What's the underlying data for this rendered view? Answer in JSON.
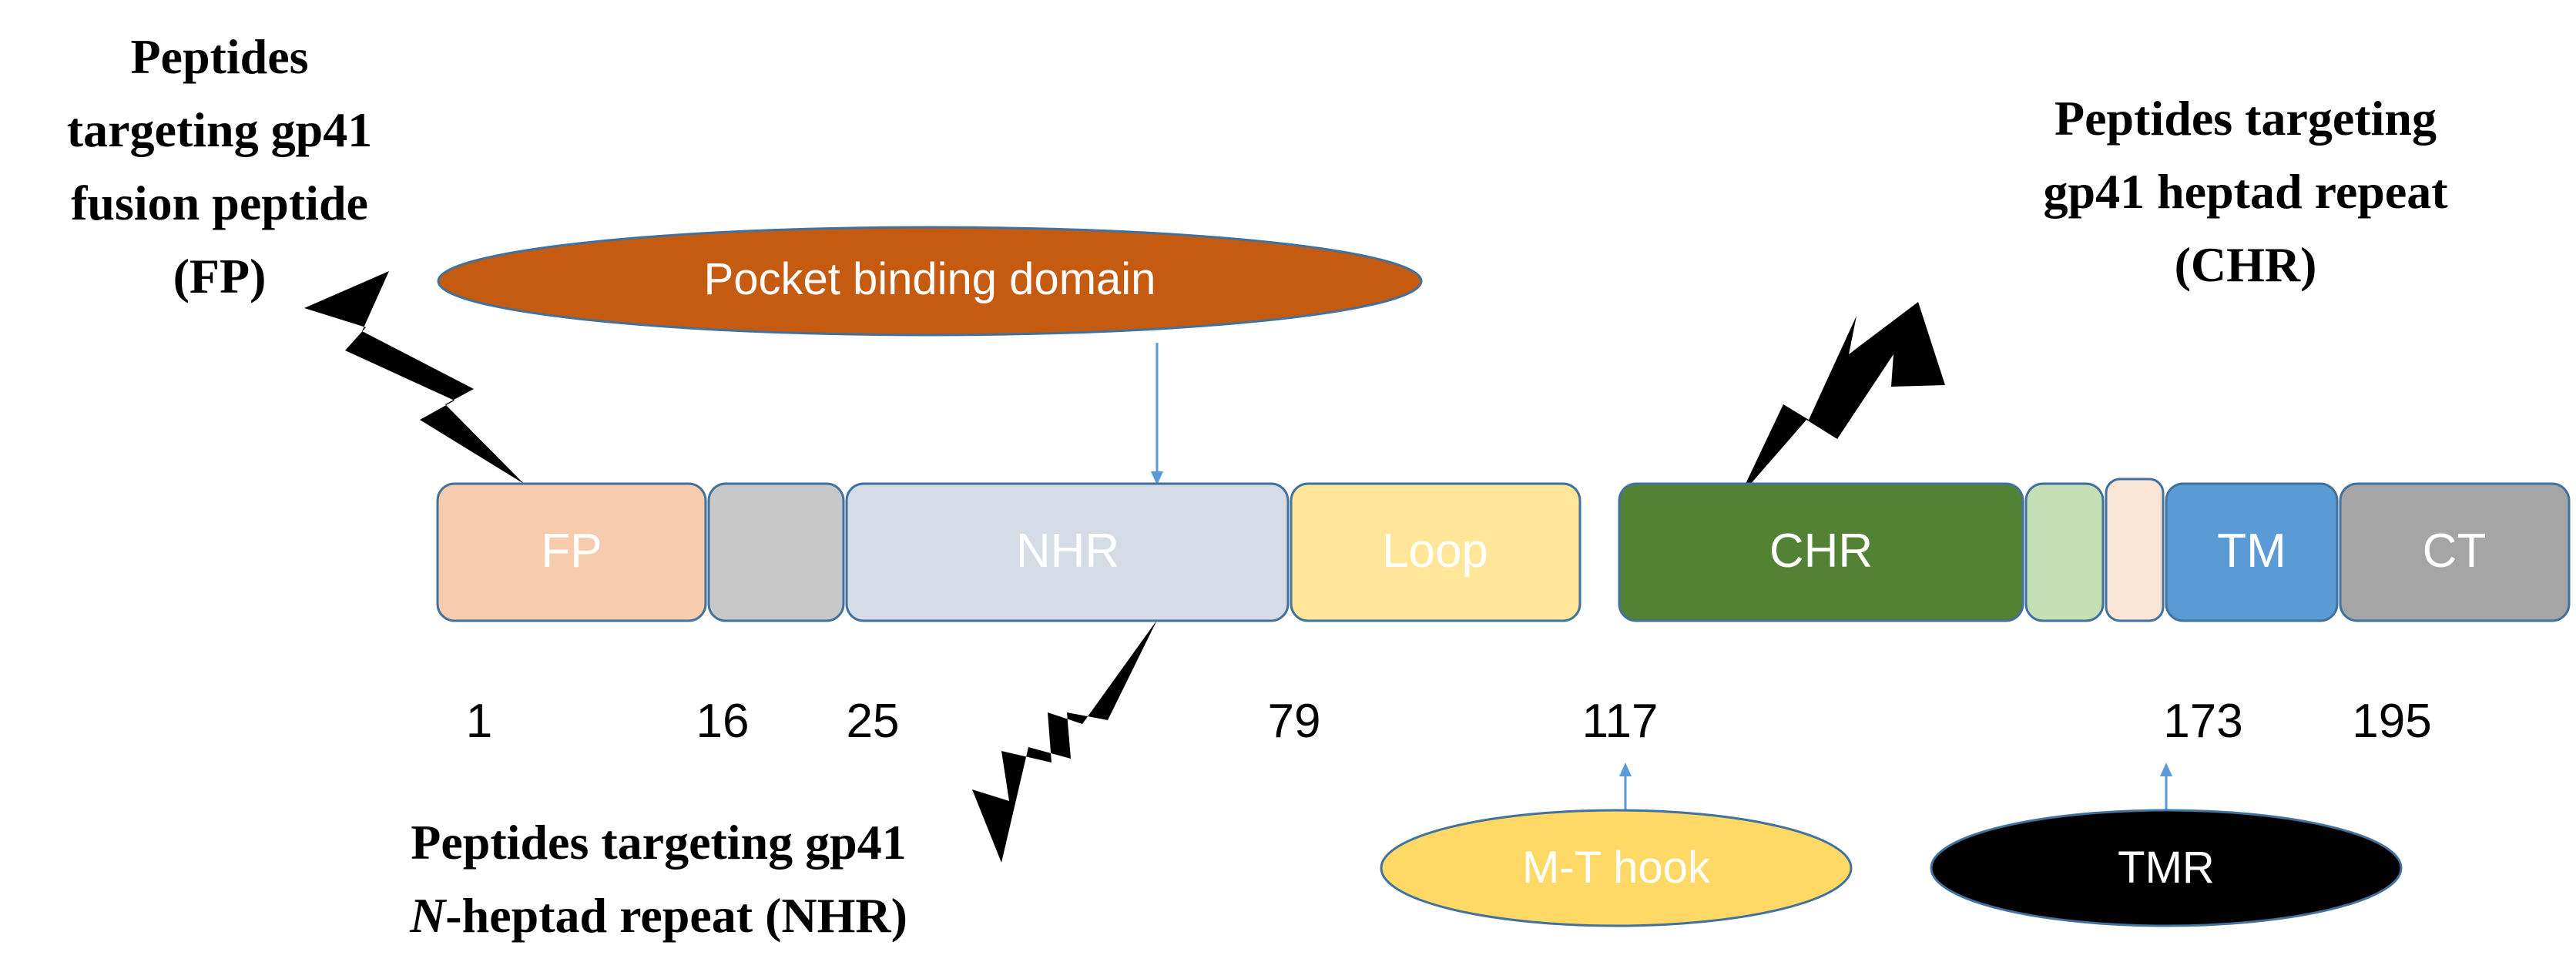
{
  "segments": [
    {
      "label": "FP",
      "fill": "#F6CBAE"
    },
    {
      "label": "",
      "fill": "#C8C8C8"
    },
    {
      "label": "NHR",
      "fill": "#D6DCE5"
    },
    {
      "label": "Loop",
      "fill": "#FFE699"
    },
    {
      "label": "CHR",
      "fill": "#548235"
    },
    {
      "label": "",
      "fill": "#C5E0B4"
    },
    {
      "label": "",
      "fill": "#FBE5D6"
    },
    {
      "label": "TM",
      "fill": "#5B9BD5"
    },
    {
      "label": "CT",
      "fill": "#A5A5A5"
    }
  ],
  "positions": [
    "1",
    "16",
    "25",
    "79",
    "117",
    "173",
    "195"
  ],
  "ellipses": {
    "pocket": {
      "label": "Pocket binding domain",
      "fill": "#C55A11"
    },
    "mt_hook": {
      "label": "M-T hook",
      "fill": "#FFD966"
    },
    "tmr": {
      "label": "TMR",
      "fill": "#000000"
    }
  },
  "annotations": {
    "fp": [
      "Peptides",
      "targeting gp41",
      "fusion peptide",
      "(FP)"
    ],
    "chr": [
      "Peptides targeting",
      "gp41 heptad repeat",
      "(CHR)"
    ],
    "nhr_line1": "Peptides targeting gp41",
    "nhr_line2_italic": "N",
    "nhr_line2_rest": "-heptad repeat (NHR)"
  },
  "colors": {
    "segment_border": "#41719C",
    "arrow": "#5B9BD5",
    "bolt": "#000000"
  }
}
